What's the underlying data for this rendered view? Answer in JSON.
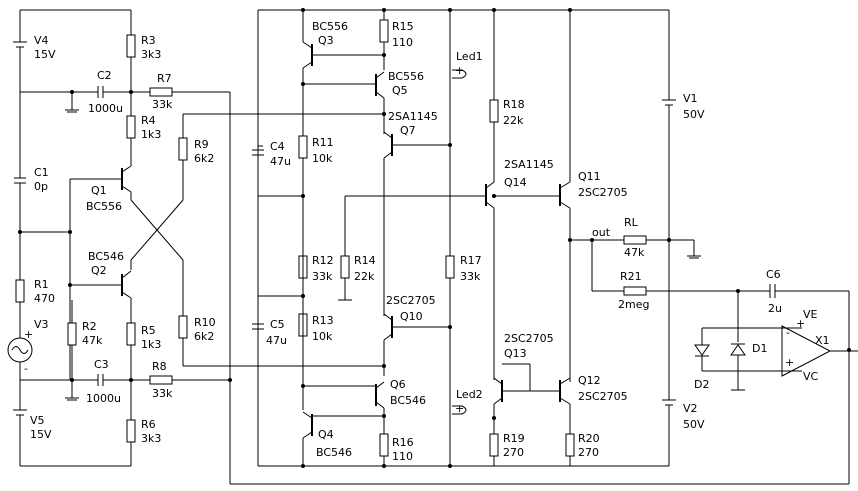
{
  "components": [
    {
      "id": "V4",
      "name": "V4",
      "value": "15V"
    },
    {
      "id": "R3",
      "name": "R3",
      "value": "3k3"
    },
    {
      "id": "C2",
      "name": "C2",
      "value": "1000u"
    },
    {
      "id": "R7",
      "name": "R7",
      "value": "33k"
    },
    {
      "id": "R4",
      "name": "R4",
      "value": "1k3"
    },
    {
      "id": "C1",
      "name": "C1",
      "value": "0p"
    },
    {
      "id": "Q1",
      "name": "Q1",
      "value": "BC556"
    },
    {
      "id": "R9",
      "name": "R9",
      "value": "6k2"
    },
    {
      "id": "Q2",
      "name": "Q2",
      "value": "BC546"
    },
    {
      "id": "R1",
      "name": "R1",
      "value": "470"
    },
    {
      "id": "R2",
      "name": "R2",
      "value": "47k"
    },
    {
      "id": "R5",
      "name": "R5",
      "value": "1k3"
    },
    {
      "id": "R10",
      "name": "R10",
      "value": "6k2"
    },
    {
      "id": "V3",
      "name": "V3",
      "value": ""
    },
    {
      "id": "C3",
      "name": "C3",
      "value": "1000u"
    },
    {
      "id": "R8",
      "name": "R8",
      "value": "33k"
    },
    {
      "id": "V5",
      "name": "V5",
      "value": "15V"
    },
    {
      "id": "R6",
      "name": "R6",
      "value": "3k3"
    },
    {
      "id": "Q3",
      "name": "Q3",
      "value": "BC556"
    },
    {
      "id": "R15",
      "name": "R15",
      "value": "110"
    },
    {
      "id": "Q5",
      "name": "Q5",
      "value": "BC556"
    },
    {
      "id": "Q7",
      "name": "Q7",
      "value": "2SA1145"
    },
    {
      "id": "C4",
      "name": "C4",
      "value": "47u"
    },
    {
      "id": "R11",
      "name": "R11",
      "value": "10k"
    },
    {
      "id": "R12",
      "name": "R12",
      "value": "33k"
    },
    {
      "id": "R14",
      "name": "R14",
      "value": "22k"
    },
    {
      "id": "C5",
      "name": "C5",
      "value": "47u"
    },
    {
      "id": "R13",
      "name": "R13",
      "value": "10k"
    },
    {
      "id": "Q10",
      "name": "Q10",
      "value": "2SC2705"
    },
    {
      "id": "Q6",
      "name": "Q6",
      "value": "BC546"
    },
    {
      "id": "Q4",
      "name": "Q4",
      "value": "BC546"
    },
    {
      "id": "R16",
      "name": "R16",
      "value": "110"
    },
    {
      "id": "Led1",
      "name": "Led1",
      "value": ""
    },
    {
      "id": "Led2",
      "name": "Led2",
      "value": ""
    },
    {
      "id": "R17",
      "name": "R17",
      "value": "33k"
    },
    {
      "id": "R18",
      "name": "R18",
      "value": "22k"
    },
    {
      "id": "Q14",
      "name": "Q14",
      "value": "2SA1145"
    },
    {
      "id": "Q13",
      "name": "Q13",
      "value": "2SC2705"
    },
    {
      "id": "R19",
      "name": "R19",
      "value": "270"
    },
    {
      "id": "Q11",
      "name": "Q11",
      "value": "2SC2705"
    },
    {
      "id": "Q12",
      "name": "Q12",
      "value": "2SC2705"
    },
    {
      "id": "R20",
      "name": "R20",
      "value": "270"
    },
    {
      "id": "V1",
      "name": "V1",
      "value": "50V"
    },
    {
      "id": "V2",
      "name": "V2",
      "value": "50V"
    },
    {
      "id": "RL",
      "name": "RL",
      "value": "47k"
    },
    {
      "id": "R21",
      "name": "R21",
      "value": "2meg"
    },
    {
      "id": "C6",
      "name": "C6",
      "value": "2u"
    },
    {
      "id": "D1",
      "name": "D1",
      "value": ""
    },
    {
      "id": "D2",
      "name": "D2",
      "value": ""
    },
    {
      "id": "X1",
      "name": "X1",
      "value": ""
    }
  ],
  "net_labels": {
    "out": "out",
    "ve": "VE",
    "vc": "VC"
  },
  "polarity_marks": {
    "plus": "+",
    "minus": "-"
  }
}
